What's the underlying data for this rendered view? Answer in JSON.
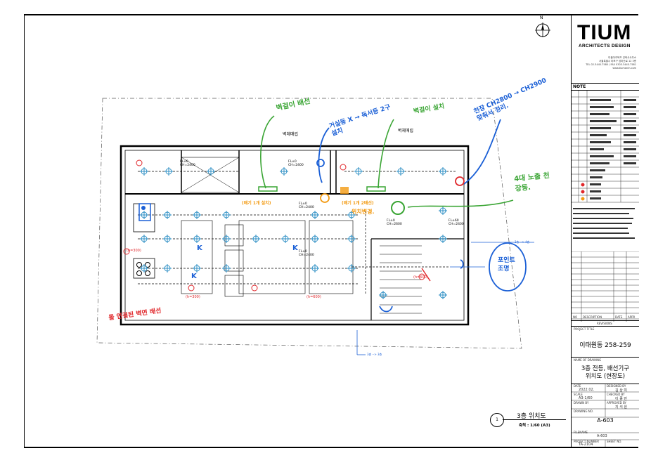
{
  "firm": {
    "logo": "TIUM",
    "subtitle": "ARCHITECTS DESIGN",
    "contact_1": "티움아키텍츠 건축사사무소",
    "contact_2": "서울특별시 마포구 성미산로 12 3층",
    "contact_3": "TEL 02.3445.7580 / FAX 0303.3445.7581",
    "contact_4": "www.tiumarch.com"
  },
  "note_label": "NOTE",
  "revision_header": {
    "no": "NO",
    "desc": "DESCRIPTION",
    "date": "DATE",
    "appr": "APPR"
  },
  "revision_title": "REVISIONS",
  "project_label": "PROJECT TITLE",
  "project_title": "이태원동 258-259",
  "drawing_label": "NAME OF DRAWING",
  "drawing_title_1": "3층 전등, 배선기구",
  "drawing_title_2": "위치도 (현장도)",
  "date_label": "DATE",
  "date_value": "2022.02.",
  "designed_label": "DESIGNED BY",
  "designed_value": "김 상 미",
  "scale_label": "SCALE",
  "scale_value": "A3-1/60",
  "checked_label": "CHECKED BY",
  "checked_value": "이 종 민",
  "drawn_label": "DRAWN BY",
  "approved_label": "APPROVED BY",
  "approved_value": "지 석 원",
  "drawing_no_label": "DRAWING NO.",
  "drawing_no": "A-603",
  "filename_label": "FILENAME",
  "filename_value": "A-603",
  "project_number_label": "PROJECT NUMBER",
  "project_number": "TA-2104",
  "sheet_no_label": "SHEET NO.",
  "plan": {
    "title": "3층 위치도",
    "scale": "축척 : 1/60 (A3)",
    "view_no": "1",
    "north": "N",
    "labels": {
      "wall_1": "벽체매립",
      "wall_2": "벽체매립",
      "fl_1": "FL±0",
      "ch_1": "CH=2400",
      "fl_2": "FL±0",
      "ch_2": "CH=2400",
      "fl_3": "FL±0",
      "ch_3": "CH=2600",
      "fl_4": "FL±0",
      "ch_4": "CH=2400",
      "fl_5": "FL±0",
      "ch_5": "CH=2400",
      "fl_6": "FL±60",
      "ch_6": "CH=2400",
      "h300_a": "(h=300)",
      "h300_b": "(h=300)",
      "h600_a": "(h=600)",
      "h600_b": "(h=600)",
      "legend_1": "3층 --> 3층",
      "legend_2": "3층 --> 4층"
    },
    "annotations": {
      "green_1": "벽걸이 배선",
      "blue_1": "거실등 X → 독서등 2구 설치",
      "green_2": "벽걸이 설치",
      "blue_2": "천장 CH2800 → CH2900 맞춰서 정리.",
      "green_3": "4대 노출 천장등.",
      "blue_3": "포인트 조명",
      "red_1": "돌 연결된 벽면 배선",
      "orange_1": "(배기 1개 설치)",
      "orange_2": "(배기 1개 2배선)",
      "orange_3": "위치변경."
    }
  },
  "colors": {
    "wall": "#000000",
    "blue_mark": "#1a5fd6",
    "green_mark": "#3aa534",
    "red_mark": "#e0262a",
    "orange_mark": "#f29a12",
    "cyan_symbol": "#2d8fc4"
  }
}
